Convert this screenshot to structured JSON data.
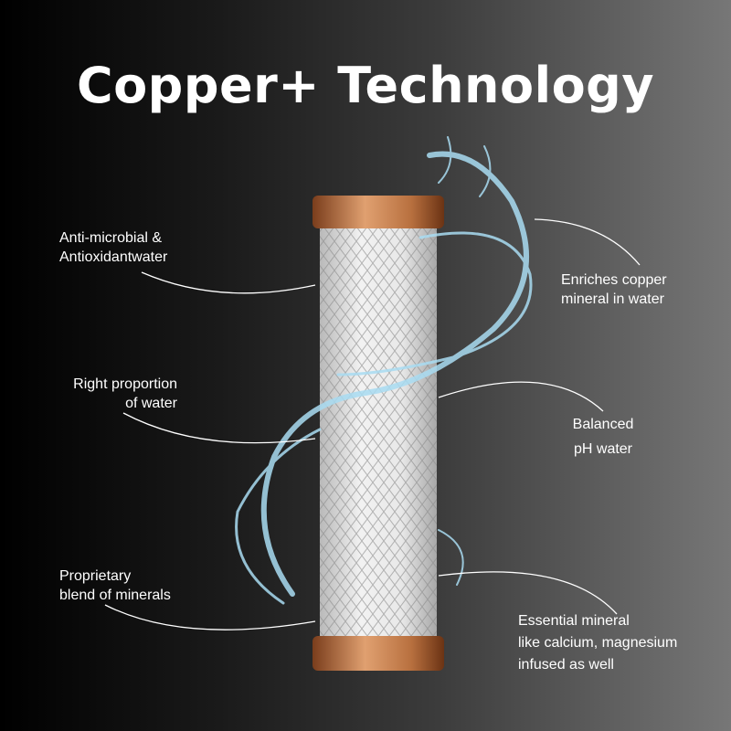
{
  "title": "Copper+ Technology",
  "features": {
    "left": [
      {
        "line1": "Anti-microbial &",
        "line2": "Antioxidantwater"
      },
      {
        "line1": "Right proportion",
        "line2": "of water"
      },
      {
        "line1": "Proprietary",
        "line2": "blend of minerals"
      }
    ],
    "right": [
      {
        "line1": "Enriches copper",
        "line2": "mineral in water"
      },
      {
        "line1": "Balanced",
        "line2": "pH water"
      },
      {
        "line1": "Essential mineral",
        "line2": "like calcium, magnesium",
        "line3": "infused as well"
      }
    ]
  },
  "colors": {
    "copper": "#b8703f",
    "water": "#9fd3ec",
    "filter": "#e6e6e6"
  }
}
